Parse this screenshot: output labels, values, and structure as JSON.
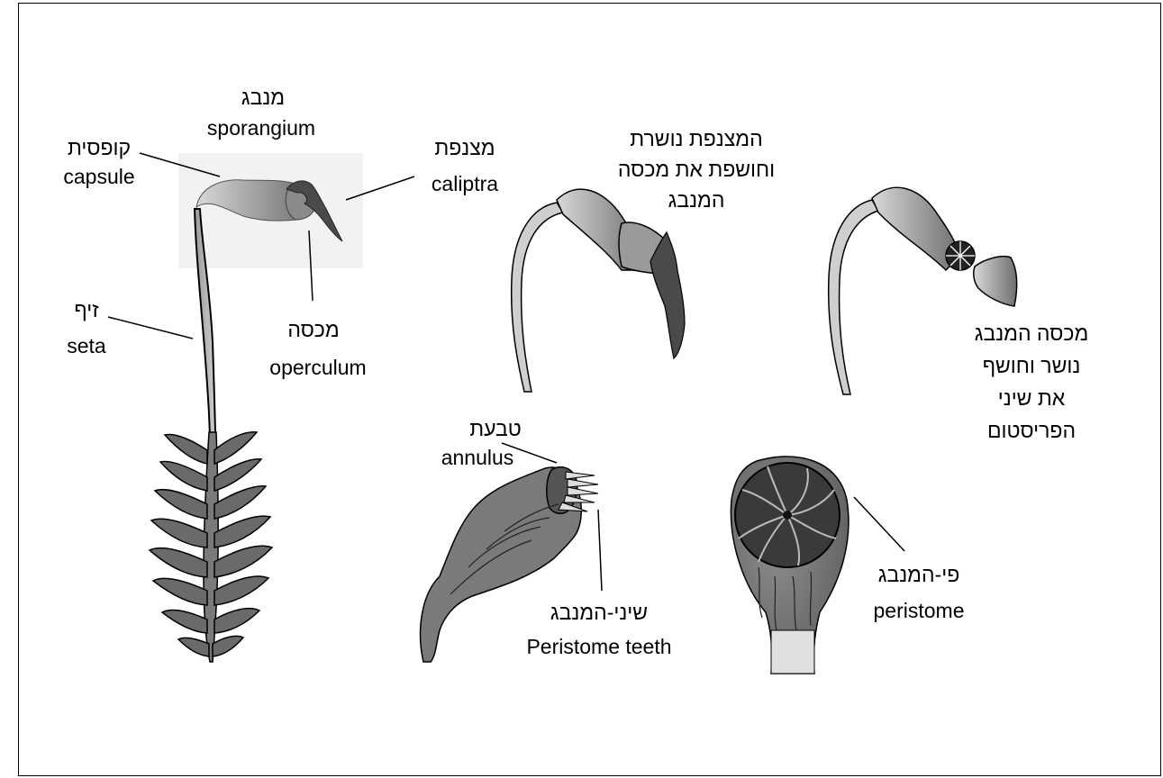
{
  "labels": {
    "sporangium_he": "מנבג",
    "sporangium_en": "sporangium",
    "capsule_he": "קופסית",
    "capsule_en": "capsule",
    "calyptra_he": "מצנפת",
    "calyptra_en": "caliptra",
    "operculum_he": "מכסה",
    "operculum_en": "operculum",
    "seta_he": "זיף",
    "seta_en": "seta",
    "calyptra_falls_line1": "המצנפת נושרת",
    "calyptra_falls_line2": "וחושפת את מכסה",
    "calyptra_falls_line3": "המנבג",
    "operculum_falls_line1": "מכסה המנבג",
    "operculum_falls_line2": "נושר וחושף",
    "operculum_falls_line3": "את שיני",
    "operculum_falls_line4": "הפריסטום",
    "annulus_he": "טבעת",
    "annulus_en": "annulus",
    "peristome_teeth_he": "שיני-המנבג",
    "peristome_teeth_en": "Peristome teeth",
    "peristome_he": "פי-המנבג",
    "peristome_en": "peristome"
  },
  "colors": {
    "outline": "#000000",
    "plant_dark": "#5a5a5a",
    "plant_mid": "#8a8a8a",
    "plant_light": "#cfcfcf",
    "capsule_shade": "#7a7a7a",
    "calyptra": "#4a4a4a",
    "photo_bg": "#f2f2f2"
  }
}
